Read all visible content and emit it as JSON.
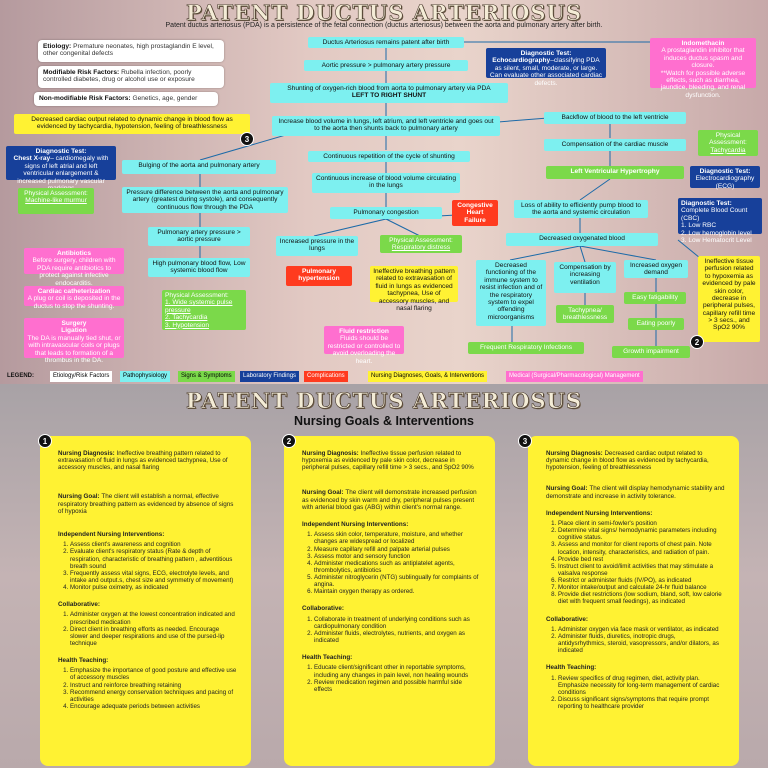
{
  "title": "PATENT DUCTUS ARTERIOSUS",
  "subtitle": "Patent ductus arteriosus (PDA) is a persistence of the fetal connection (ductus arteriosus) between the aorta and pulmonary artery after birth.",
  "risk": {
    "etiology_label": "Etiology:",
    "etiology": "Premature neonates, high prostaglandin E level, other congenital defects",
    "modifiable_label": "Modifiable Risk Factors:",
    "modifiable": "Rubella infection, poorly controlled diabetes, drug or alcohol use or exposure",
    "nonmod_label": "Non-modifiable Risk Factors:",
    "nonmod": "Genetics, age, gender"
  },
  "flow": {
    "f1": "Ductus Arteriosus remains patent after birth",
    "f2": "Aortic pressure > pulmonary artery pressure",
    "f3": "Shunting of oxygen-rich blood from aorta to pulmonary artery via PDA",
    "f3b": "LEFT TO RIGHT SHUNT",
    "f4": "Increase blood volume in lungs, left atrium, and left ventricle and goes out to the aorta then shunts back to pulmonary artery",
    "f5": "Continuous repetition of the cycle of shunting",
    "f6": "Continuous increase of blood volume circulating in the lungs",
    "f7": "Pulmonary congestion",
    "f8": "Increased pressure in the lungs",
    "f9": "Bulging of the aorta and pulmonary artery",
    "f10": "Pressure difference between the aorta and pulmonary artery (greatest during systole), and consequently continuous flow through the PDA",
    "f11": "Pulmonary artery pressure > aortic pressure",
    "f12": "High pulmonary blood flow, Low systemic blood flow",
    "r1": "Backflow of blood to the left ventricle",
    "r2": "Compensation of the cardiac muscle",
    "r3": "Left Ventricular Hypertrophy",
    "r4": "Loss of ability to efficiently pump blood to the aorta and systemic circulation",
    "r5": "Decreased oxygenated blood",
    "r6": "Decreased functioning of the immune system to resist infection and of the respiratory system to expel offending microorganisms",
    "r7": "Compensation by increasing ventilation",
    "r8": "Increased oxygen demand",
    "r9": "Frequent Respiratory Infections",
    "r10": "Tachypnea/ breathlessness",
    "r11": "Easy fatigability",
    "r12": "Eating poorly",
    "r13": "Growth impairment"
  },
  "dx": {
    "echo_t": "Diagnostic Test:",
    "echo": "Echocardiography",
    "echo_d": "–classifying PDA as silent, small, moderate, or large. Can evaluate other associated cardiac defects.",
    "xray_t": "Diagnostic Test:",
    "xray": "Chest X-ray",
    "xray_d": "– cardiomegaly with signs of left atrial and left ventricular enlargement & increased pulmonary vascular markings",
    "ecg_t": "Diagnostic Test:",
    "ecg": "Electrocardiography (ECG)",
    "cbc_t": "Diagnostic Test:",
    "cbc": "Complete Blood Count (CBC)",
    "cbc_items": [
      "1. Low RBC",
      "2. Low hemoglobin level",
      "3. Low Hematocrit Level"
    ]
  },
  "pa": {
    "a1_t": "Physical Assessment:",
    "a1": "Machine-like murmur",
    "a2_t": "Physical Assessment:",
    "a2": "Tachycardia",
    "a3_t": "Physical Assessment:",
    "a3": "Respiratory distress",
    "a4_t": "Physical Assessment:",
    "a4_items": [
      "1. Wide systemic pulse pressure",
      "2. Tachycardia",
      "3. Hypotension"
    ]
  },
  "comp": {
    "chf": "Congestive Heart Failure",
    "ph": "Pulmonary hypertension"
  },
  "nd": {
    "n1": "Decreased cardiac output related to dynamic change in blood flow as evidenced by tachycardia, hypotension, feeling of breathlessness",
    "n2": "Ineffective breathing pattern related to extravasation of fluid in lungs as evidenced tachypnea, Use of accessory muscles, and nasal flaring",
    "n3": "Ineffective tissue perfusion related to hypoxemia as evidenced by pale skin color, decrease in peripheral pulses, capillary refill time > 3 secs., and SpO2 90%"
  },
  "mgmt": {
    "indo_t": "Indomethacin",
    "indo": "A prostaglandin inhibitor that induces ductus spasm and closure.",
    "indo_w": "**Watch for possible adverse effects, such as diarrhea, jaundice, bleeding, and renal dysfunction.",
    "anti_t": "Antibiotics",
    "anti": "Before surgery, children with PDA require antibiotics to protect against infective endocarditis.",
    "cath_t": "Cardiac catheterization",
    "cath": "A plug or coil is deposited in the ductus to stop the shunting.",
    "surg_t": "Surgery",
    "lig_t": "Ligation",
    "lig": "The DA is manually tied shut, or with intravascular coils or plugs that leads to formation of a thrombus in the DA.",
    "fluid_t": "Fluid restriction",
    "fluid": "Fluids should be restricted or controlled to avoid overloading the heart."
  },
  "legend": {
    "label": "LEGEND:",
    "items": [
      "Etiology/Risk Factors",
      "Pathophysiology",
      "Signs & Symptoms",
      "Laboratory Findings",
      "Complications",
      "Nursing Diagnoses, Goals, & Interventions",
      "Medical (Surgical/Pharmacological) Management"
    ],
    "colors": [
      "#ffffff",
      "#7df0f0",
      "#7bd94a",
      "#17409a",
      "#ff3b1f",
      "#fff233",
      "#ff6fcf"
    ]
  },
  "title2": "PATENT DUCTUS ARTERIOSUS",
  "section": "Nursing Goals & Interventions",
  "cards": [
    {
      "num": "1",
      "dx_label": "Nursing Diagnosis:",
      "dx": "Ineffective breathing pattern related to extravasation of fluid in lungs as evidenced tachypnea, Use of accessory muscles, and nasal flaring",
      "goal_label": "Nursing Goal:",
      "goal": "The client will establish a normal, effective respiratory breathing pattern as evidenced by absence of signs of hypoxia",
      "ind_label": "Independent Nursing Interventions:",
      "ind": [
        "Assess client's awareness and cognition",
        "Evaluate client's respiratory status (Rate & depth of respiration, characteristic of breathing pattern , adventitious breath sound",
        "Frequently assess vital signs, ECG, electrolyte levels, and intake and output.s, chest size and symmetry of movement)",
        "Monitor pulse oximetry, as indicated"
      ],
      "col_label": "Collaborative:",
      "col": [
        "Administer oxygen at the lowest concentration indicated and prescribed medication",
        "Direct client in breathing efforts as needed. Encourage slower and deeper respirations and use of the pursed-lip technique"
      ],
      "ht_label": "Health Teaching:",
      "ht": [
        "Emphasize the importance of good posture and effective use of accessory muscles",
        "Instruct and reinforce breathing retaining",
        "Recommend energy conservation techniques and pacing of activities",
        "Encourage adequate periods between activities"
      ]
    },
    {
      "num": "2",
      "dx_label": "Nursing Diagnosis:",
      "dx": "Ineffective tissue perfusion related to hypoxemia as evidenced by pale skin color, decrease in peripheral pulses, capillary refill time > 3 secs., and SpO2 90%",
      "goal_label": "Nursing Goal:",
      "goal": "The client will demonstrate increased perfusion as evidenced by skin warm and dry, peripheral pulses present with arterial blood gas (ABG) within client's normal range.",
      "ind_label": "Independent Nursing Interventions:",
      "ind": [
        "Assess skin color, temperature, moisture, and whether changes are widespread or localized",
        "Measure capillary refill and palpate arterial pulses",
        "Assess motor and sensory function",
        "Administer medications such as antiplatelet agents, thrombolytics, antibiotics",
        "Administer nitroglycerin (NTG) sublingually for complaints of angina.",
        "Maintain oxygen therapy as ordered."
      ],
      "col_label": "Collaborative:",
      "col": [
        "Collaborate in treatment of underlying conditions such as cardiopulmonary condition",
        "Administer fluids, electrolytes, nutrients, and oxygen as indicated"
      ],
      "ht_label": "Health Teaching:",
      "ht": [
        "Educate client/significant other in reportable symptoms, including any changes in pain level, non healing wounds",
        "Review medication regimen and possible harmful side effects"
      ]
    },
    {
      "num": "3",
      "dx_label": "Nursing Diagnosis:",
      "dx": "Decreased cardiac output related to dynamic change in blood flow as evidenced by tachycardia, hypotension, feeling of breathlessness",
      "goal_label": "Nursing Goal:",
      "goal": "The client will display hemodynamic stability and demonstrate and increase in activity tolerance.",
      "ind_label": "Independent Nursing Interventions:",
      "ind": [
        "Place client in semi-fowler's position",
        "Determine vital signs/ hemodynamic parameters including cognitive status.",
        "Assess and monitor for client reports of chest pain. Note location, intensity, characteristics, and radiation of pain.",
        "Provide bed rest",
        "Instruct client to avoid/limit activities that may stimulate a valsalva response",
        "Restrict or administer fluids (IV/PO), as indicated",
        "Monitor intake/output and calculate 24-hr fluid balance",
        "Provide diet restrictions (low sodium, bland, soft, low calorie diet with frequent small feedings), as indicated"
      ],
      "col_label": "Collaborative:",
      "col": [
        "Administer oxygen via face mask or ventilator, as indicated",
        "Administer fluids, diuretics, inotropic drugs, antidysrhythmics, steroid, vasopressors, and/or dilators, as indicated"
      ],
      "ht_label": "Health Teaching:",
      "ht": [
        "Review specifics of drug regimen, diet, activity plan. Emphasize necessity for long-term management of cardiac conditions",
        "Discuss significant signs/symptoms that require prompt reporting to healthcare provider"
      ]
    }
  ]
}
